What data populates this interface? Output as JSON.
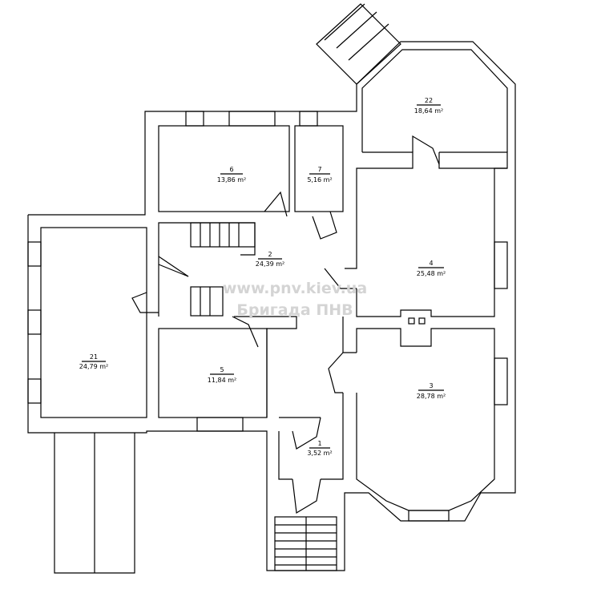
{
  "rooms": [
    {
      "number": "22",
      "area": "18,64 m²"
    },
    {
      "number": "6",
      "area": "13,86 m²"
    },
    {
      "number": "7",
      "area": "5,16 m²"
    },
    {
      "number": "2",
      "area": "24,39 m²"
    },
    {
      "number": "4",
      "area": "25,48 m²"
    },
    {
      "number": "21",
      "area": "24,79 m²"
    },
    {
      "number": "5",
      "area": "11,84 m²"
    },
    {
      "number": "3",
      "area": "28,78 m²"
    },
    {
      "number": "1",
      "area": "3,52 m²"
    }
  ],
  "watermark": {
    "url": "www.pnv.kiev.ua",
    "name": "Бригада ПНВ"
  }
}
